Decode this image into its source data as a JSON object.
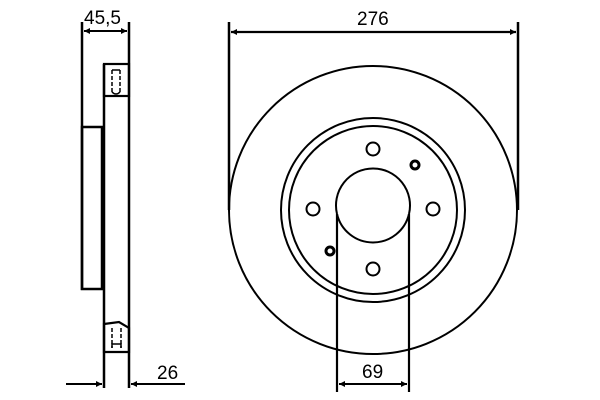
{
  "diagram": {
    "type": "technical-drawing",
    "subject": "brake-disc",
    "views": [
      "side-section-view",
      "front-view"
    ],
    "colors": {
      "line": "#000000",
      "background": "#ffffff"
    },
    "dimensions": {
      "overall_height": "45,5",
      "thickness": "26",
      "outer_diameter": "276",
      "center_bore_diameter": "69"
    },
    "front_view": {
      "bolt_holes": 4,
      "small_holes": 2
    }
  }
}
